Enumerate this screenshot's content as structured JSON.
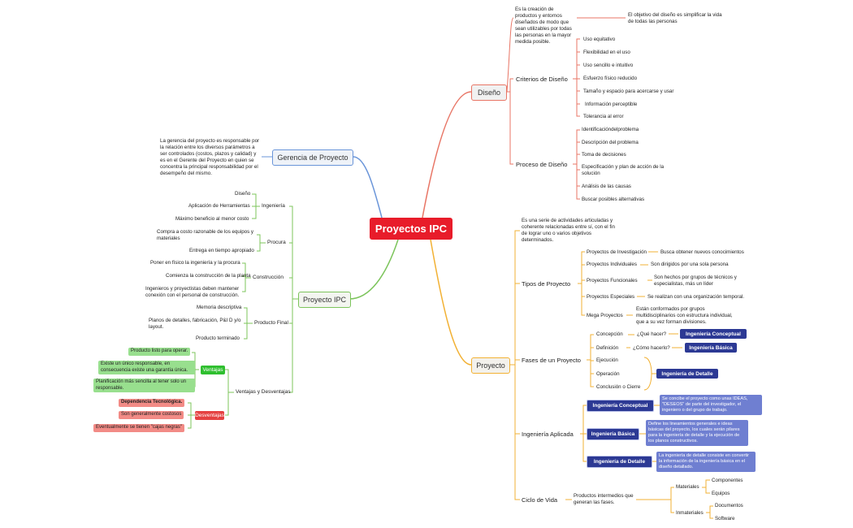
{
  "central": "Proyectos IPC",
  "diseno": {
    "label": "Diseño",
    "intro": "Es la creación de productos y entornos diseñados de modo que sean utilizables por todas las personas en la mayor medida posible.",
    "intro_note": "El objetivo del diseño es simplificar la vida de todas las personas",
    "criterios": {
      "label": "Criterios de Diseño",
      "items": [
        "Uso equitativo",
        "Flexibilidad en el uso",
        "Uso sencillo e intuitivo",
        "Esfuerzo físico reducido",
        "Tamaño y espacio para acercarse y usar",
        "Información perceptible",
        "Tolerancia al error"
      ]
    },
    "proceso": {
      "label": "Proceso de Diseño",
      "items": [
        "Identificacióndelproblema",
        "Descripción del problema",
        "Toma de decisiones",
        "Especificación y plan de acción de la solución",
        "Análisis de las causas",
        "Buscar posibles alternativas"
      ]
    }
  },
  "gerencia": {
    "label": "Gerencia de Proyecto",
    "desc": "La gerencia del proyecto es responsable por la relación entre los diversos parámetros a ser controlados (costos, plazos y calidad) y es en el Gerente del Proyecto en quien se concentra la principal responsabilidad por el desempeño del mismo."
  },
  "proyecto_ipc": {
    "label": "Proyecto IPC",
    "ingenieria": {
      "label": "Ingeniería",
      "items": [
        "Diseño",
        "Aplicación de Herramientas",
        "Máximo beneficio al menor costo"
      ]
    },
    "procura": {
      "label": "Procura",
      "items": [
        "Compra a costo razonable de los equipos y materiales",
        "Entrega en tiempo apropiado"
      ]
    },
    "construccion": {
      "label": "Construcción",
      "items": [
        "Poner en físico la ingeniería y la procura",
        "Comienza la construcción de la planta",
        "Ingenieros y proyectistas deben mantener conexión con el personal de construcción."
      ]
    },
    "producto_final": {
      "label": "Producto Final",
      "items": [
        "Memoria descriptiva",
        "Planos de detalles, fabricación, P&I D y/o layout.",
        "Producto terminado"
      ]
    },
    "vyd": {
      "label": "Ventajas y Desventajas",
      "ventajas": {
        "label": "Ventajas",
        "items": [
          "Producto listo para operar.",
          "Existe un único responsable, en consecuencia existe una garantía única.",
          "Planificación más sencilla al tener solo un responsable."
        ]
      },
      "desventajas": {
        "label": "Desventajas",
        "items": [
          "Dependencia Tecnológica.",
          "Son generalmente costosos",
          "Eventualmente se tienen \"cajas negras\""
        ]
      }
    }
  },
  "proyecto": {
    "label": "Proyecto",
    "intro": "Es una serie de actividades articuladas y coherente relacionadas entre sí, con el fin de lograr uno o varios objetivos determinados.",
    "tipos": {
      "label": "Tipos de Proyecto",
      "items": [
        {
          "name": "Proyectos de Investigación",
          "desc": "Busca obtener nuevos conocimientos"
        },
        {
          "name": "Proyectos Individuales",
          "desc": "Son dirigidos por una sola persona"
        },
        {
          "name": "Proyectos Funcionales",
          "desc": "Son hechos por grupos de técnicos y especialistas, más un líder"
        },
        {
          "name": "Proyectos Especiales",
          "desc": "Se realizan con una organización temporal."
        },
        {
          "name": "Mega Proyectos",
          "desc": "Están conformados por grupos multidisciplinarios con estructura individual, que a su vez forman divisiones."
        }
      ]
    },
    "fases": {
      "label": "Fases de un Proyecto",
      "concepcion": "Concepción",
      "concepcion_q": "¿Qué hacer?",
      "concepcion_tag": "Ingeniería Conceptual",
      "definicion": "Definición",
      "definicion_q": "¿Cómo hacerlo?",
      "definicion_tag": "Ingeniería Básica",
      "ejecucion": "Ejecución",
      "operacion": "Operación",
      "conclusion": "Conclusión o Cierre",
      "detalle_tag": "Ingeniería de Detalle"
    },
    "aplicada": {
      "label": "Ingeniería Aplicada",
      "items": [
        {
          "name": "Ingeniería Conceptual",
          "desc": "Se concibe el proyecto como unas IDEAS, \"DESEOS\" de parte del investigador, el ingeniero o del grupo de trabajo."
        },
        {
          "name": "Ingeniería Básica",
          "desc": "Define los lineamientos generales e ideas básicas del proyecto, los cuales serán pilares para la ingeniería de detalle y la ejecución de los planos constructivos."
        },
        {
          "name": "Ingeniería de Detalle",
          "desc": "La ingeniería de detalle consiste en convertir la información de la ingeniería básica en el diseño detallado."
        }
      ]
    },
    "ciclo": {
      "label": "Ciclo de Vida",
      "desc": "Productos intermedios que generan las fases.",
      "materiales": "Materiales",
      "componentes": "Componentes",
      "equipos": "Equipos",
      "inmateriales": "Inmateriales",
      "documentos": "Documentos",
      "software": "Software"
    }
  },
  "colors": {
    "red": "#e87565",
    "blue": "#6a95d9",
    "green": "#7cc45b",
    "orange": "#f2b134",
    "central": "#e81c2a",
    "navy": "#2c3994"
  }
}
